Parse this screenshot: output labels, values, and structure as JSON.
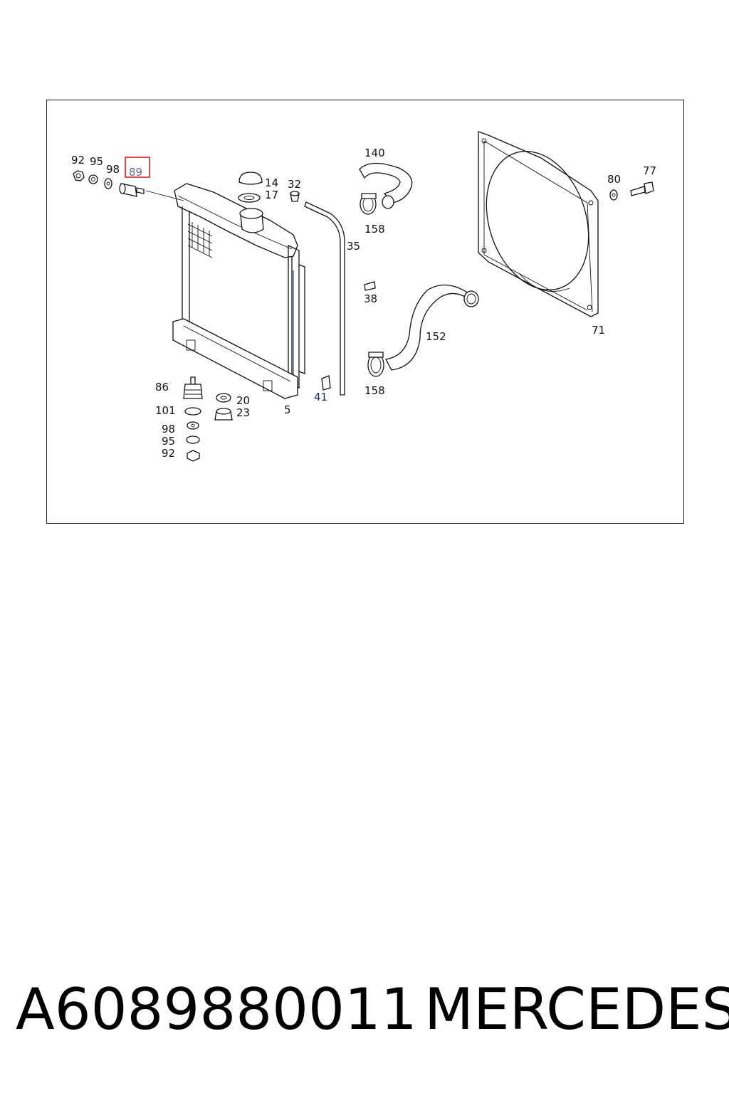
{
  "diagram": {
    "callouts": {
      "c92a": "92",
      "c95a": "95",
      "c98a": "98",
      "c89": "89",
      "c14": "14",
      "c17": "17",
      "c32": "32",
      "c35": "35",
      "c140": "140",
      "c158a": "158",
      "c38": "38",
      "c152": "152",
      "c158b": "158",
      "c41": "41",
      "c5": "5",
      "c80": "80",
      "c77": "77",
      "c71": "71",
      "c86": "86",
      "c101": "101",
      "c98b": "98",
      "c95b": "95",
      "c92b": "92",
      "c20": "20",
      "c23": "23"
    },
    "highlight_color": "#cc2222"
  },
  "caption": {
    "part_number": "A6089880011",
    "brand": "MERCEDES"
  }
}
